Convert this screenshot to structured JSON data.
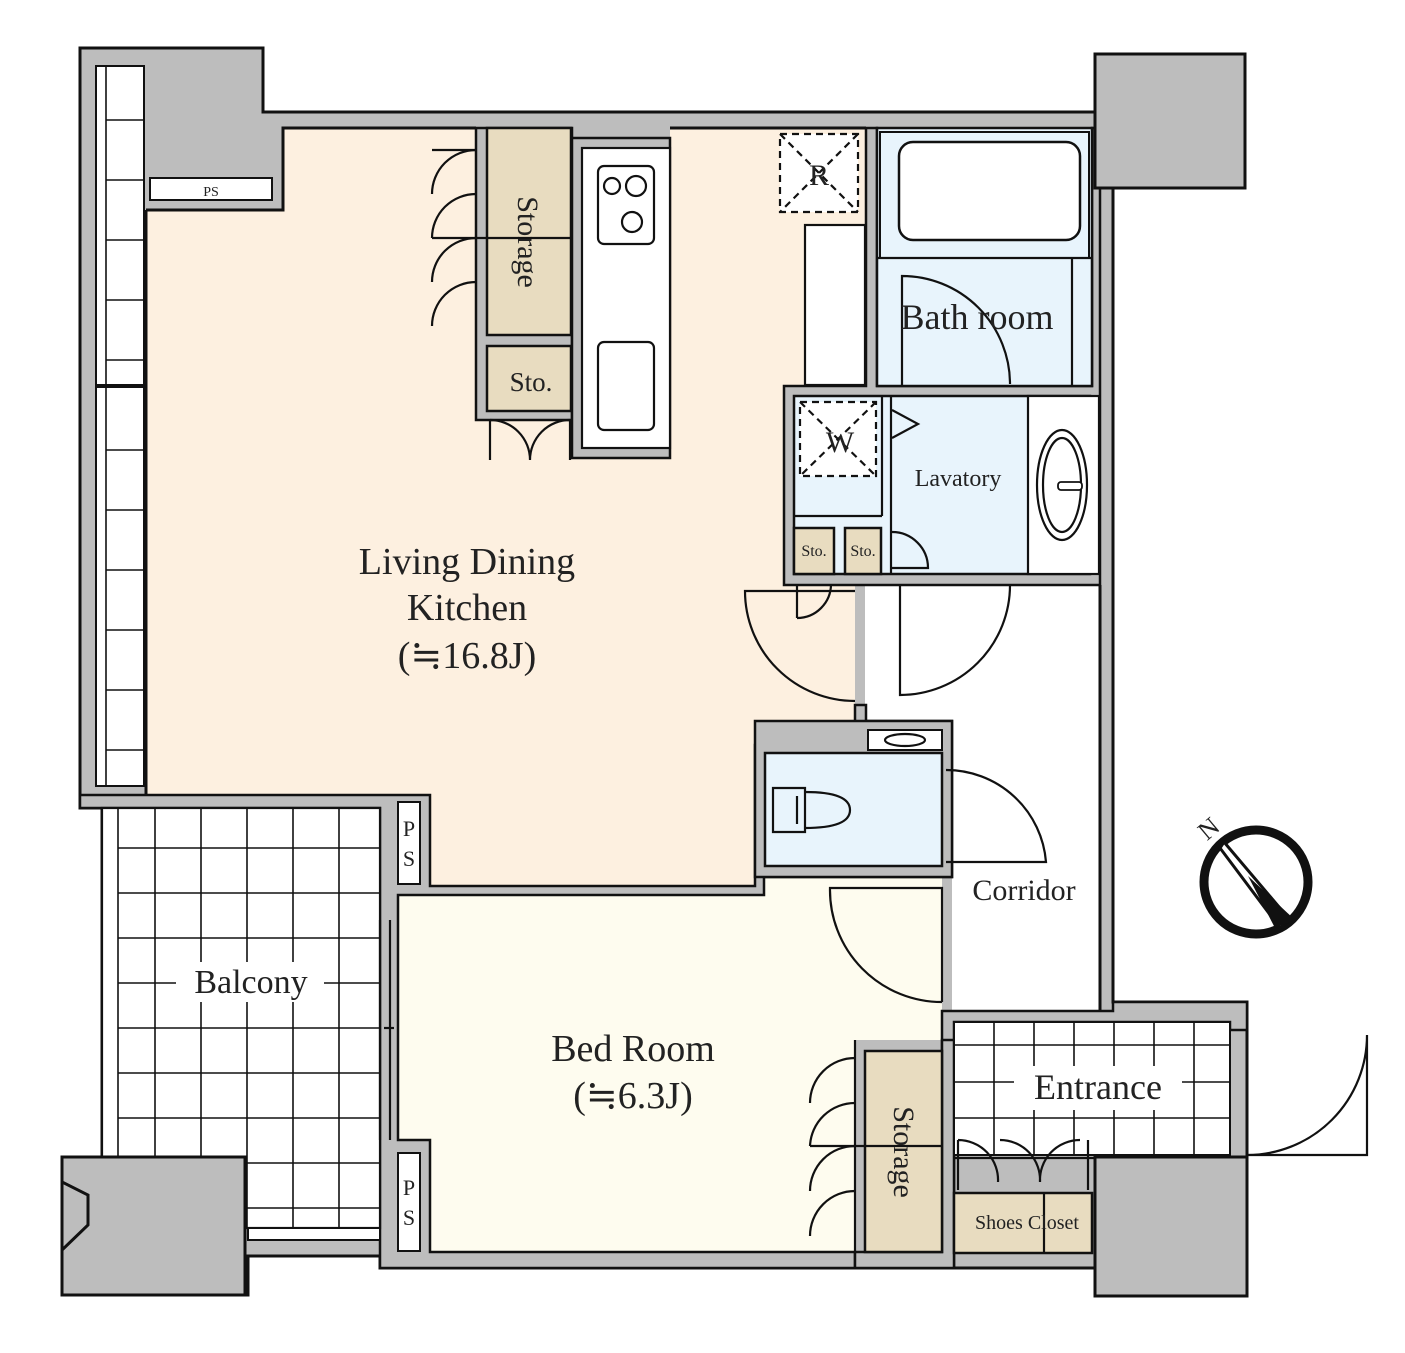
{
  "rooms": {
    "ldk_line1": "Living Dining",
    "ldk_line2": "Kitchen",
    "ldk_size": "(≒16.8J)",
    "bedroom": "Bed Room",
    "bedroom_size": "(≒6.3J)",
    "bath": "Bath room",
    "lavatory": "Lavatory",
    "corridor": "Corridor",
    "entrance": "Entrance",
    "balcony": "Balcony"
  },
  "fixtures": {
    "storage_kitchen": "Storage",
    "storage_bed": "Storage",
    "sto_main": "Sto.",
    "sto_small_1": "Sto.",
    "sto_small_2": "Sto.",
    "shoes_closet": "Shoes Closet",
    "ps_top": "PS",
    "ps_mid": "P S",
    "ps_bottom": "P S",
    "fridge_mark": "R",
    "washer_mark": "W"
  },
  "compass": {
    "north_label": "N"
  },
  "colors": {
    "wall": "#bdbdbd",
    "living": "#fdf0e0",
    "bedroom": "#fefcef",
    "wet_area": "#e8f4fc",
    "storage": "#e8dcc0"
  }
}
